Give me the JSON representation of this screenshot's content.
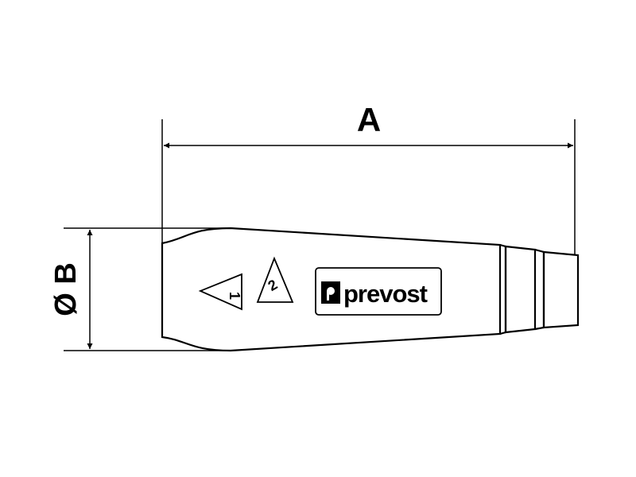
{
  "dimensions": {
    "length_label": "A",
    "diameter_label": "Ø B"
  },
  "body": {
    "brand_text": "prevost",
    "symbol_1_number": "1",
    "symbol_2_number": "2"
  },
  "colors": {
    "line": "#000000",
    "background": "#ffffff"
  }
}
